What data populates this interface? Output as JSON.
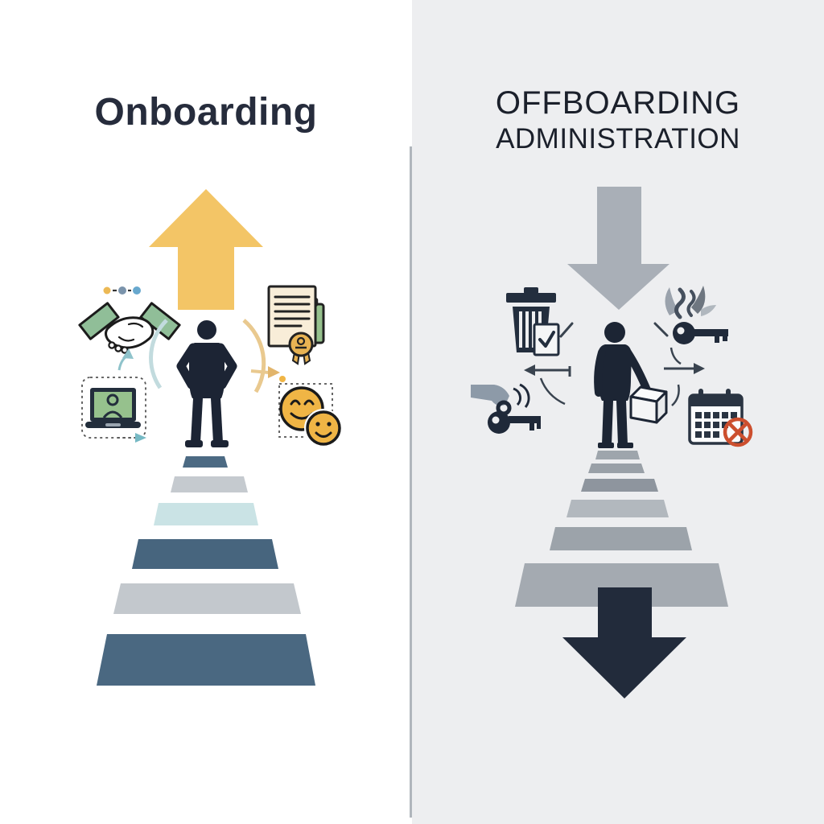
{
  "divider_color": "#B0B6BC",
  "left_panel": {
    "title": "Onboarding",
    "background_color": "#FFFFFF",
    "title_color": "#262C3C",
    "direction_arrow": {
      "direction": "up",
      "color": "#F3C566"
    },
    "person_color": "#1C2434",
    "icons": [
      {
        "name": "milestone-dots",
        "colors": [
          "#ECB955",
          "#7A93AB",
          "#68A8CE"
        ]
      },
      {
        "name": "handshake",
        "sleeve_color": "#90BE98",
        "hand_color": "#FFFFFF",
        "outline_color": "#1B1B1B"
      },
      {
        "name": "certificate-document",
        "paper_color": "#F8EDD8",
        "tablet_color": "#96C18D",
        "seal_color": "#E8B353"
      },
      {
        "name": "video-call-laptop",
        "body_color": "#232E3C",
        "screen_color": "#96C18D"
      },
      {
        "name": "happy-faces",
        "face_color": "#F0B545"
      }
    ],
    "flow_arcs": {
      "left_color": "#C2DBDE",
      "right_color": "#E9C98F",
      "teal_arrow_color": "#8FC3CB",
      "tan_arrow_color": "#E2B56B"
    },
    "path_steps": [
      "#4C6A83",
      "#C5CACF",
      "#CAE3E5",
      "#47657E",
      "#C3C8CD",
      "#4A6881"
    ]
  },
  "right_panel": {
    "title_line1": "OFFBOARDING",
    "title_line2": "ADMINISTRATION",
    "background_color": "#EDEEF0",
    "title_color": "#1B202B",
    "top_arrow": {
      "direction": "down",
      "color": "#A9AFB7"
    },
    "bottom_arrow": {
      "direction": "down",
      "color": "#222B3B"
    },
    "person_color": "#1C2534",
    "connector_color": "#39434F",
    "icons": [
      {
        "name": "trash-disposal-checklist",
        "color": "#232E3E",
        "card_color": "#F5F6F7"
      },
      {
        "name": "deactivated-key",
        "key_color": "#202A3A",
        "smoke_colors": [
          "#9AA2AC",
          "#6E7680",
          "#B0B7BE"
        ],
        "squiggle_color": "#454F5D"
      },
      {
        "name": "key-handover",
        "hand_color": "#8D9AA8",
        "key_color": "#1F2939"
      },
      {
        "name": "calendar-cancelled",
        "frame_color": "#2A3442",
        "body_color": "#FBFCFD",
        "cancel_color": "#CC4F2E"
      },
      {
        "name": "belongings-box",
        "outline_color": "#1C2534",
        "face_color": "#F4F5F6"
      }
    ],
    "path_steps": [
      "#9EA5AC",
      "#99A0A7",
      "#8E959E",
      "#B2B8BE",
      "#9CA3AA",
      "#A4AAB1"
    ]
  }
}
